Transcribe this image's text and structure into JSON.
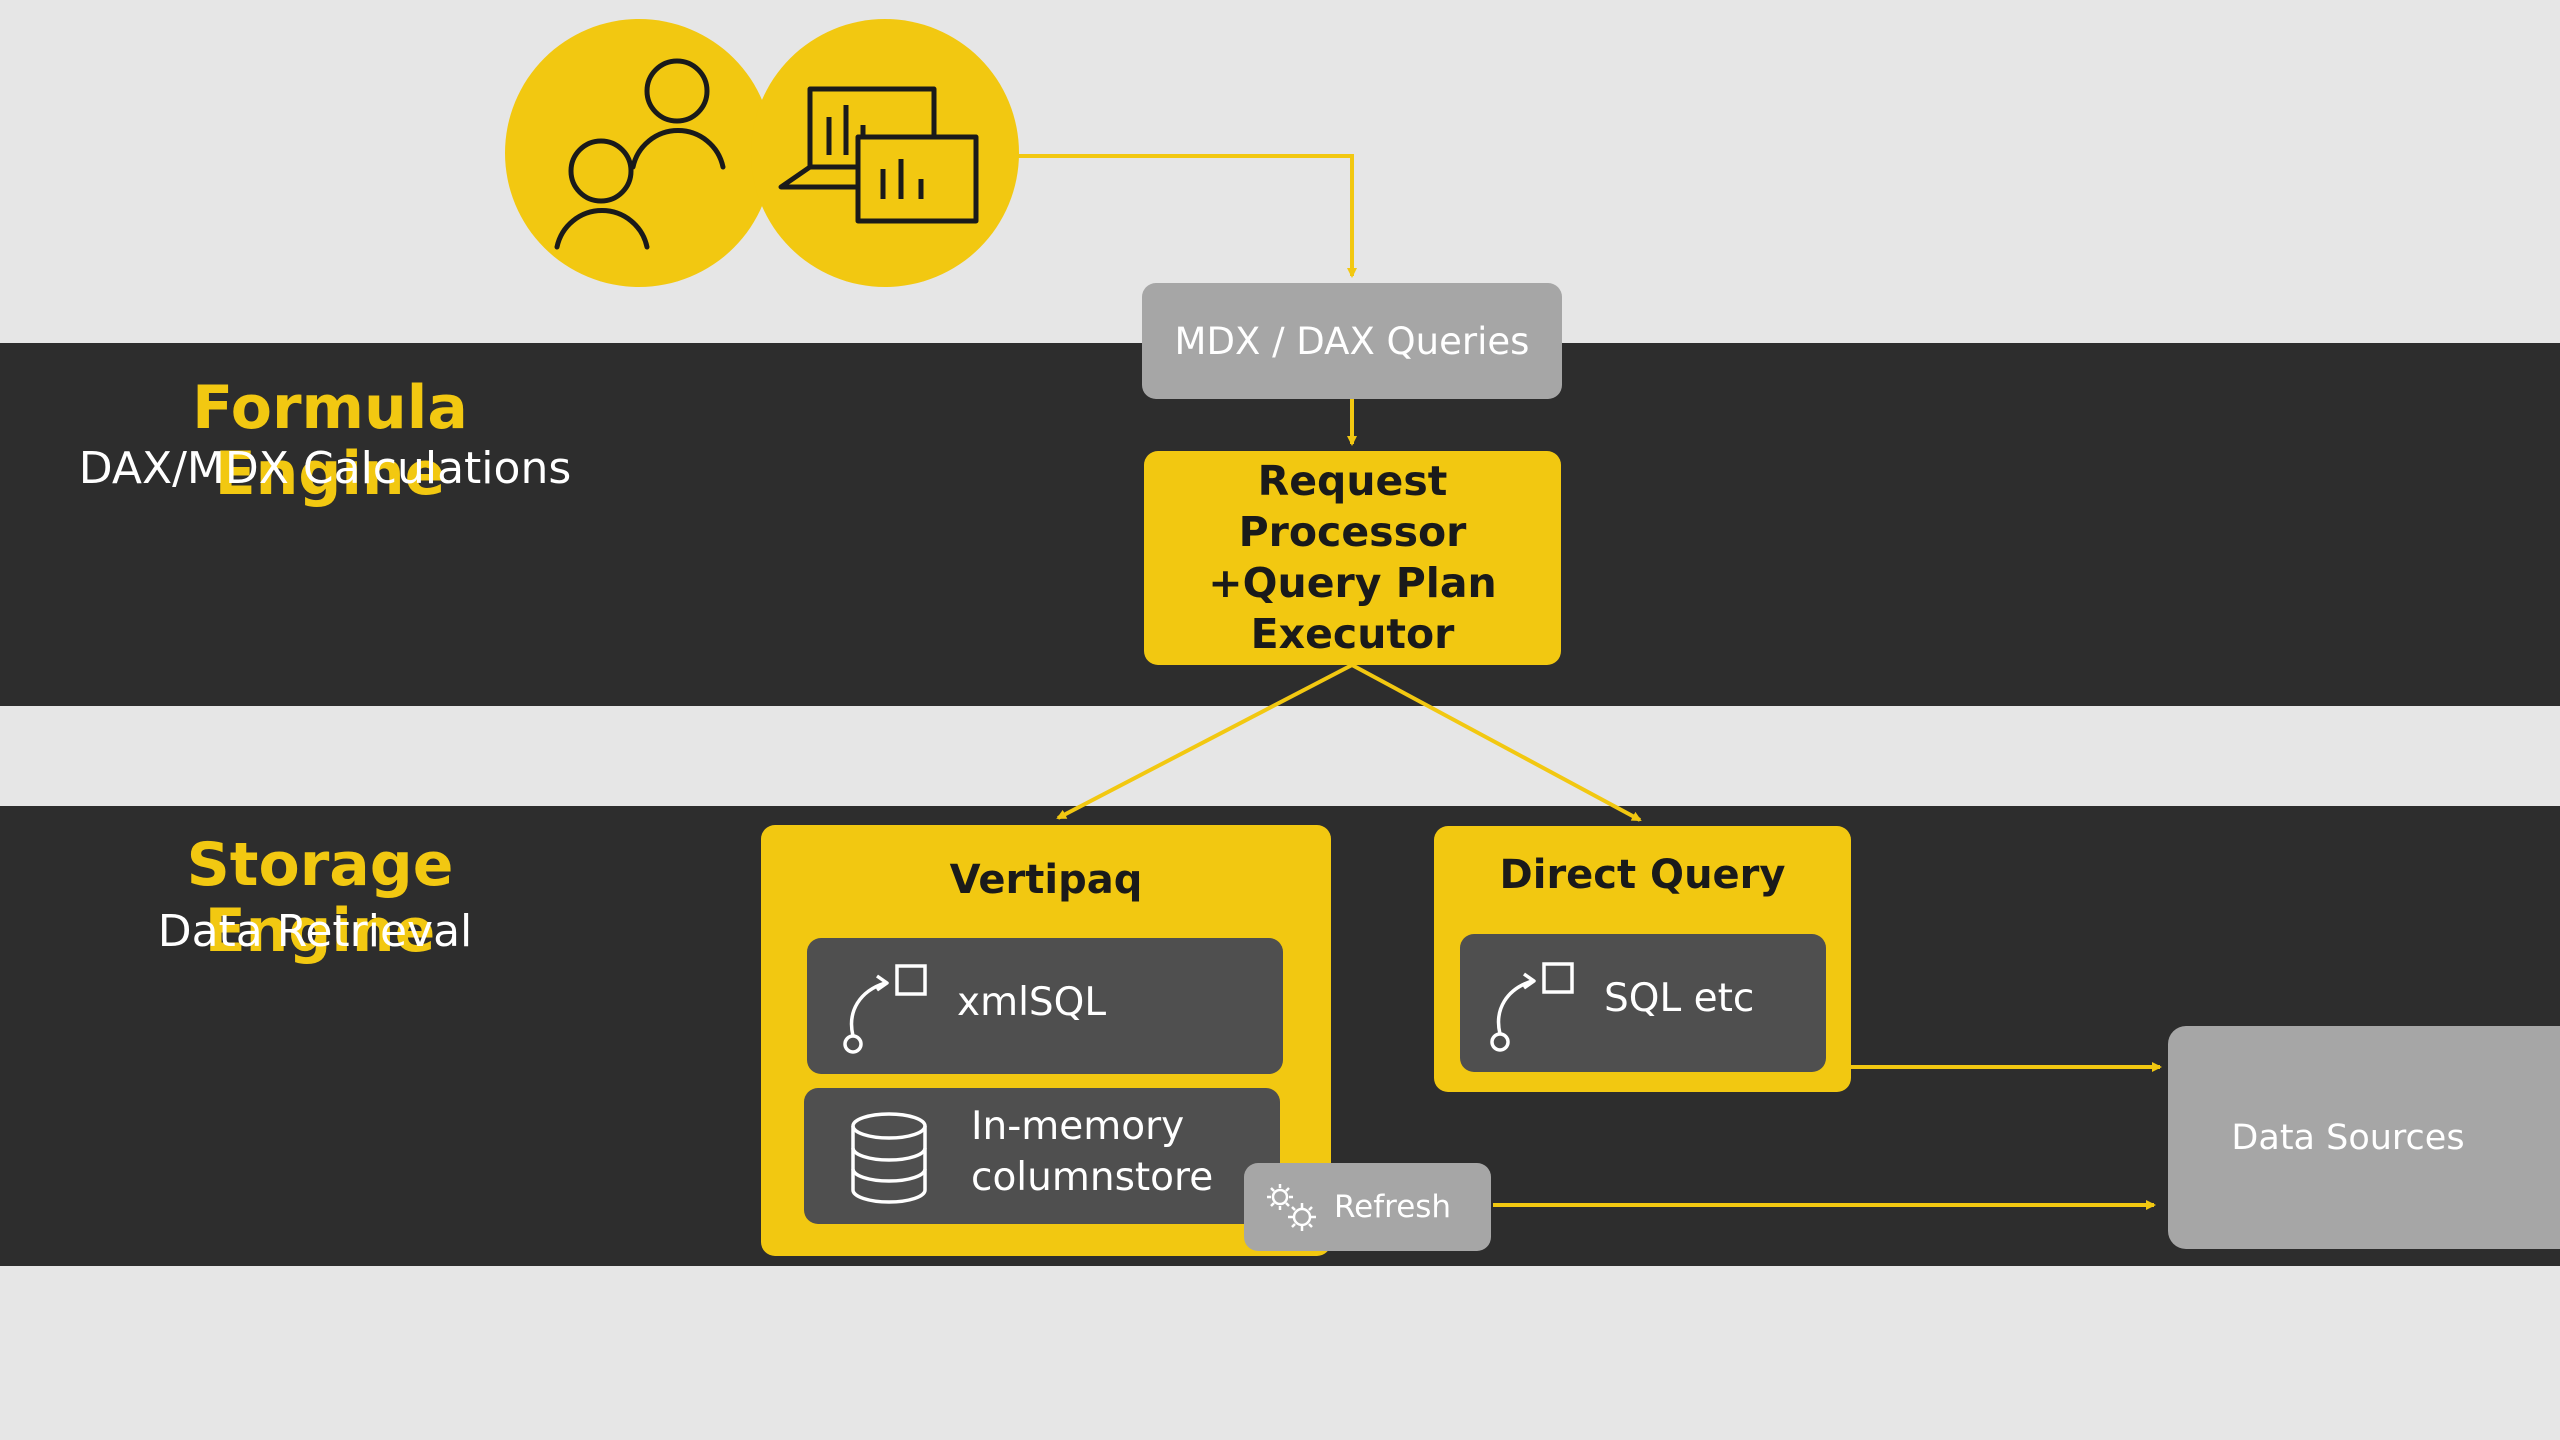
{
  "layers": {
    "formula": {
      "title": "Formula Engine",
      "subtitle": "DAX/MDX Calculations"
    },
    "storage": {
      "title": "Storage Engine",
      "subtitle": "Data Retrieval"
    }
  },
  "icons": {
    "users": "users-icon",
    "reports": "report-dashboard-icon",
    "flow": "flow-query-icon",
    "database": "database-icon",
    "gears": "gears-icon"
  },
  "nodes": {
    "queries": "MDX / DAX Queries",
    "request_processor": "Request Processor\n+Query Plan\nExecutor",
    "vertipaq": {
      "title": "Vertipaq",
      "xmlsql": "xmlSQL",
      "columnstore": "In-memory\ncolumnstore"
    },
    "direct_query": {
      "title": "Direct Query",
      "sql": "SQL etc"
    },
    "refresh": "Refresh",
    "data_sources": "Data Sources"
  },
  "colors": {
    "accent": "#f2c811",
    "band": "#2d2d2d",
    "background": "#e6e6e6",
    "grey_box": "#a6a6a6",
    "inner_box": "#4f4f4f"
  }
}
